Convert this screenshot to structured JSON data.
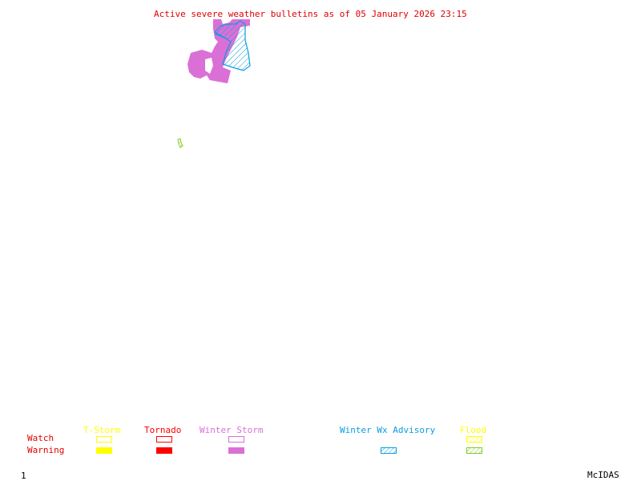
{
  "title": "Active severe weather bulletins as of 05 January 2026 23:15",
  "colors": {
    "title": "#e00000",
    "tstorm": "#ffff00",
    "tornado": "#ff0000",
    "winter_storm": "#da70d6",
    "winter_wx_advisory": "#0a9de0",
    "flood_watch": "#ffff00",
    "flood_warning": "#7fcc20"
  },
  "legend": {
    "row_labels": {
      "watch": "Watch",
      "warning": "Warning"
    },
    "categories": [
      {
        "key": "tstorm",
        "label": "T-Storm",
        "watch": "outline",
        "warning": "filled"
      },
      {
        "key": "tornado",
        "label": "Tornado",
        "watch": "outline",
        "warning": "filled"
      },
      {
        "key": "winter_storm",
        "label": "Winter Storm",
        "watch": "outline",
        "warning": "filled"
      },
      {
        "key": "winter_wx_advisory",
        "label": "Winter Wx Advisory",
        "watch": "none",
        "warning": "hatched"
      },
      {
        "key": "flood",
        "label": "Flood",
        "watch": "hatched",
        "warning": "hatched"
      }
    ]
  },
  "map_regions": [
    {
      "type": "Winter Storm Warning",
      "style": "filled"
    },
    {
      "type": "Winter Wx Advisory",
      "style": "hatched"
    },
    {
      "type": "Flood Warning",
      "style": "hatched"
    }
  ],
  "footer": {
    "frame_number": "1",
    "software": "McIDAS"
  }
}
